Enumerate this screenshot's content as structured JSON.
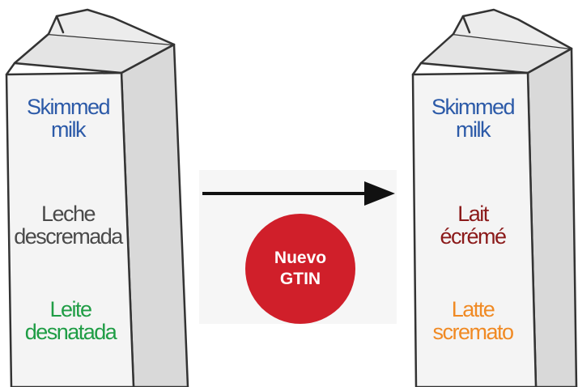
{
  "left_carton": {
    "english": [
      "Skimmed",
      "milk"
    ],
    "spanish": [
      "Leche",
      "descremada"
    ],
    "portuguese": [
      "Leite",
      "desnatada"
    ]
  },
  "right_carton": {
    "english": [
      "Skimmed",
      "milk"
    ],
    "french": [
      "Lait",
      "écrémé"
    ],
    "italian": [
      "Latte",
      "scremato"
    ]
  },
  "badge": {
    "line1": "Nuevo",
    "line2": "GTIN"
  },
  "colors": {
    "english": "#2c5aa8",
    "spanish": "#4a4a4a",
    "portuguese": "#1f9d45",
    "french": "#8b1a1a",
    "italian": "#f08a24",
    "badge": "#d01f2a"
  }
}
